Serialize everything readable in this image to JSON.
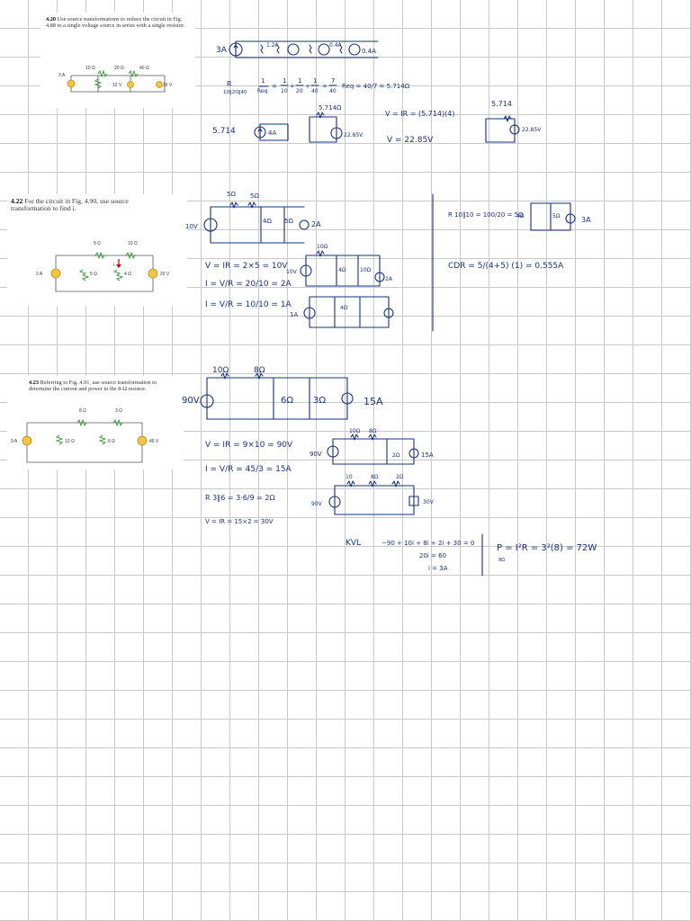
{
  "problems": [
    {
      "number": "4.20",
      "statement": "Use source transformations to reduce the circuit in Fig. 4.88 to a single voltage source in series with a single resistor.",
      "figure_labels": [
        "3 A",
        "10 Ω",
        "20 Ω",
        "40 Ω",
        "12 V",
        "16 V"
      ]
    },
    {
      "number": "4.22",
      "statement": "For the circuit in Fig. 4.90, use source transformation to find i.",
      "figure_labels": [
        "5 Ω",
        "10 Ω",
        "2 A",
        "5 Ω",
        "i",
        "4 Ω",
        "20 V"
      ]
    },
    {
      "number": "4.23",
      "statement": "Referring to Fig. 4.91, use source transformation to determine the current and power in the 8-Ω resistor.",
      "figure_labels": [
        "8 Ω",
        "3 Ω",
        "9 A",
        "10 Ω",
        "6 Ω",
        "45 V"
      ]
    }
  ],
  "notes": {
    "p420": {
      "top": [
        "3A",
        "1.2A",
        "0.4A",
        "0.4A"
      ],
      "req": [
        "R",
        "10‖20‖40",
        "1",
        "Req",
        "1",
        "10",
        "+",
        "1",
        "20",
        "+",
        "1",
        "40",
        "=",
        "7",
        "40",
        "Req = 40/7 = 5.714Ω"
      ],
      "mid": [
        "5.714",
        "4A",
        "5.714Ω",
        "22.85V"
      ],
      "v": "V = IR = (5.714)(4)",
      "v2": "V = 22.85V",
      "final": [
        "5.714",
        "22.85V"
      ]
    },
    "p422": {
      "top": [
        "5Ω",
        "5Ω",
        "10V",
        "4Ω",
        "5Ω",
        "2A"
      ],
      "eq": [
        "V = IR = 2×5 = 10V",
        "I = V/R = 20/10 = 2A",
        "I = V/R = 10/10 = 1A"
      ],
      "mid": [
        "10Ω",
        "10V",
        "4Ω",
        "10Ω",
        "2A",
        "1A",
        "4Ω"
      ],
      "right": [
        "R 10‖10 = 100/20 = 5Ω",
        "4Ω",
        "5Ω",
        "3A",
        "CDR = 5/(4+5) (1) = 0.555A"
      ]
    },
    "p423": {
      "top": [
        "10Ω",
        "8Ω",
        "90V",
        "6Ω",
        "3Ω",
        "15A"
      ],
      "eq": [
        "V = IR = 9×10 = 90V",
        "I = V/R = 45/3 = 15A",
        "R 3‖6 = 3·6/9 = 2Ω",
        "V = IR = 15×2 = 30V"
      ],
      "mid": [
        "10Ω",
        "8Ω",
        "90V",
        "2Ω",
        "15A",
        "10",
        "8Ω",
        "2Ω",
        "90V",
        "30V"
      ],
      "kvl": [
        "KVL",
        "−90 + 10i + 8i + 2i + 30 = 0",
        "20i = 60",
        "i = 3A"
      ],
      "power": [
        "P = I²R = 3²(8) = 72W",
        "8Ω"
      ]
    }
  }
}
